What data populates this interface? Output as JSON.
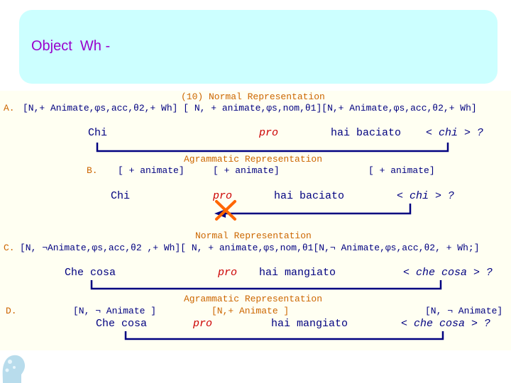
{
  "slide": {
    "title": "Object  Wh -"
  },
  "sectionA": {
    "heading": "(10) Normal Representation",
    "marker": "A.",
    "formula": "[N,+ Animate,φs,acc,θ2,+ Wh] [ N, + animate,φs,nom,θ1][N,+ Animate,φs,acc,θ2,+ Wh]",
    "words": {
      "w1": "Chi",
      "w2": "pro",
      "w3": "hai baciato",
      "w4": "< chi > ?"
    }
  },
  "sectionB": {
    "heading": "Agrammatic Representation",
    "marker": "B.",
    "feat1": "[ + animate]",
    "feat2": "[ + animate]",
    "feat3": "[ + animate]",
    "words": {
      "w1": "Chi",
      "w2": "pro",
      "w3": "hai baciato",
      "w4": "< chi > ?"
    }
  },
  "sectionC": {
    "heading": "Normal Representation",
    "marker": "C.",
    "formula": "[N, ¬Animate,φs,acc,θ2 ,+ Wh][ N, + animate,φs,nom,θ1[N,¬ Animate,φs,acc,θ2, + Wh;]",
    "words": {
      "w1": "Che cosa",
      "w2": "pro",
      "w3": "hai mangiato",
      "w4": "< che cosa > ?"
    }
  },
  "sectionD": {
    "heading": "Agrammatic Representation",
    "marker": "D.",
    "feat1": "[N, ¬ Animate ]",
    "feat2": "[N,+ Animate ]",
    "feat3": "[N, ¬ Animate]",
    "words": {
      "w1": "Che cosa",
      "w2": "pro",
      "w3": "hai mangiato",
      "w4": "< che cosa > ?"
    }
  },
  "colors": {
    "heading": "#cc6600",
    "text": "#000080",
    "title": "#9900cc",
    "pro": "#cc0000",
    "panel": "#ccffff",
    "cross": "#ff6600"
  }
}
